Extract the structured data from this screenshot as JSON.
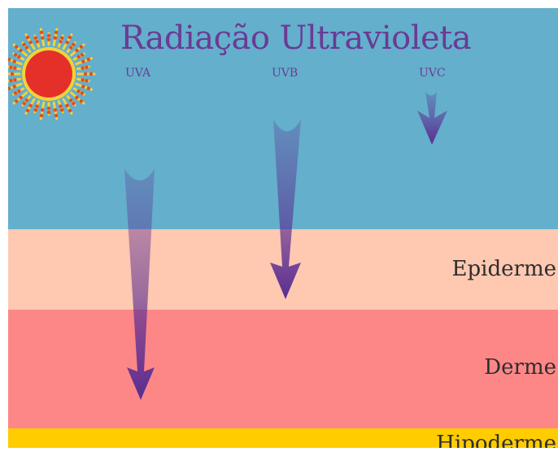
{
  "title": "Radiação Ultravioleta",
  "rays": [
    {
      "label": "UVA",
      "reaches": "Derme"
    },
    {
      "label": "UVB",
      "reaches": "Epiderme"
    },
    {
      "label": "UVC",
      "reaches": "none"
    }
  ],
  "layers": [
    {
      "name": "",
      "color": "#64afcc"
    },
    {
      "name": "Epiderme",
      "color": "#fec8b1"
    },
    {
      "name": "Derme",
      "color": "#fd8787"
    },
    {
      "name": "Hipoderme",
      "color": "#ffcc00"
    }
  ],
  "colors": {
    "title": "#6a3b94",
    "arrow": "#5a2d91",
    "sun_core": "#e5302a",
    "sun_ray_outer": "#f3d23a",
    "sun_ray_dot": "#e74c1a"
  },
  "icons": {
    "sun": "sun-icon",
    "arrow": "arrow-down-icon"
  }
}
